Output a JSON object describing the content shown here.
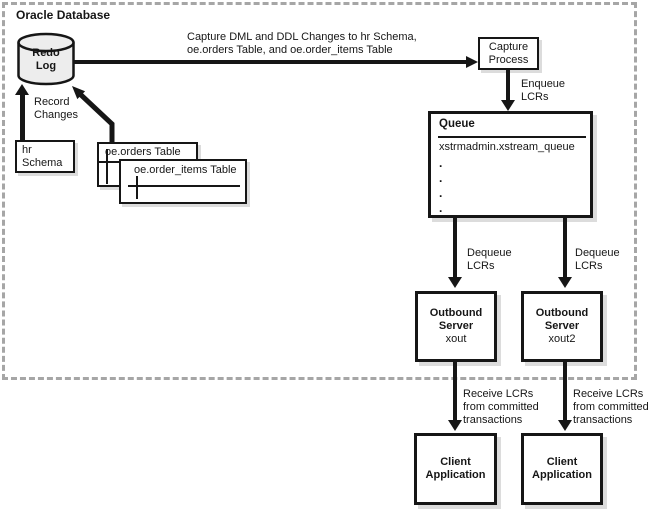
{
  "title": "Oracle Database",
  "redo_log": {
    "line1": "Redo",
    "line2": "Log"
  },
  "capture_change_label": [
    "Capture DML and DDL Changes to hr Schema,",
    "oe.orders Table, and oe.order_items Table"
  ],
  "record_changes_label": [
    "Record",
    "Changes"
  ],
  "hr_schema_box": [
    "hr",
    "Schema"
  ],
  "oe_orders_box": {
    "label": "oe.orders Table"
  },
  "oe_order_items_box": {
    "label": "oe.order_items Table"
  },
  "capture_process_box": [
    "Capture",
    "Process"
  ],
  "enqueue_label": [
    "Enqueue",
    "LCRs"
  ],
  "queue_box": {
    "title": "Queue",
    "queue_name": "xstrmadmin.xstream_queue",
    "dots": [
      ".",
      ".",
      ".",
      "."
    ]
  },
  "dequeue_label_left": [
    "Dequeue",
    "LCRs"
  ],
  "dequeue_label_right": [
    "Dequeue",
    "LCRs"
  ],
  "outbound_server_left": {
    "title1": "Outbound",
    "title2": "Server",
    "name": "xout"
  },
  "outbound_server_right": {
    "title1": "Outbound",
    "title2": "Server",
    "name": "xout2"
  },
  "receive_label_left": [
    "Receive LCRs",
    "from committed",
    "transactions"
  ],
  "receive_label_right": [
    "Receive LCRs",
    "from committed",
    "transactions"
  ],
  "client_application_left": [
    "Client",
    "Application"
  ],
  "client_application_right": [
    "Client",
    "Application"
  ],
  "colors": {
    "line": "#161616",
    "dashed_border": "#a6a6a6",
    "box_shadow": "#dcdcdc",
    "cylinder_fill": "#ededed",
    "background": "#ffffff"
  }
}
